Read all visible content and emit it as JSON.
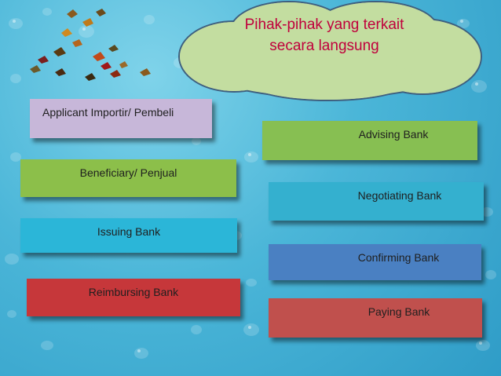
{
  "title": {
    "line1": "Pihak-pihak yang terkait",
    "line2": "secara langsung"
  },
  "left_parties": [
    {
      "label": "Applicant Importir/  Pembeli",
      "color": "#c7b7d9"
    },
    {
      "label": "Beneficiary/ Penjual",
      "color": "#8cbf4a"
    },
    {
      "label": "Issuing Bank",
      "color": "#2bb6d8"
    },
    {
      "label": "Reimbursing Bank",
      "color": "#c6373a"
    }
  ],
  "right_parties": [
    {
      "label": "Advising Bank",
      "color": "#87bf52"
    },
    {
      "label": "Negotiating Bank",
      "color": "#34b0cf"
    },
    {
      "label": "Confirming Bank",
      "color": "#4a80c2"
    },
    {
      "label": "Paying Bank",
      "color": "#c0504d"
    }
  ],
  "cloud_color": "#c3dda0"
}
